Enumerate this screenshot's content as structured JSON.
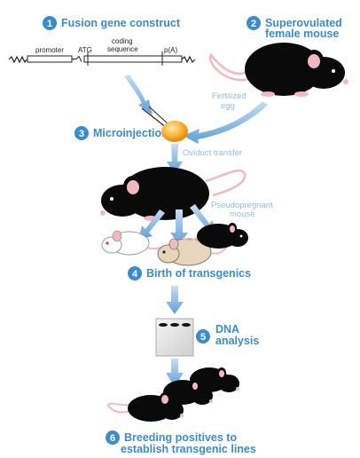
{
  "steps": [
    {
      "number": "1",
      "title_lines": [
        "Fusion gene construct"
      ]
    },
    {
      "number": "2",
      "title_lines": [
        "Superovulated",
        "female mouse"
      ]
    },
    {
      "number": "3",
      "title_lines": [
        "Microinjection"
      ]
    },
    {
      "number": "4",
      "title_lines": [
        "Birth of transgenics"
      ]
    },
    {
      "number": "5",
      "title_lines": [
        "DNA",
        "analysis"
      ]
    },
    {
      "number": "6",
      "title_lines": [
        "Breeding positives to",
        "establish transgenic lines"
      ]
    }
  ],
  "gene_construct": {
    "promoter": "promoter",
    "atg": "ATG",
    "coding_line1": "coding",
    "coding_line2": "sequence",
    "polya": "p(A)"
  },
  "notes": {
    "fertilized_line1": "Fertilized",
    "fertilized_line2": "egg",
    "oviduct": "Oviduct transfer",
    "pseudo_line1": "Pseudopregnant",
    "pseudo_line2": "mouse"
  },
  "colors": {
    "step_blue": "#3a8ccb",
    "note_blue": "#8fbde0",
    "arrow_blue": "#7fb6e2",
    "mouse_black": "#0a0a0a",
    "ear_pink": "#f2b8c0",
    "egg_orange": "#f4a21c"
  }
}
